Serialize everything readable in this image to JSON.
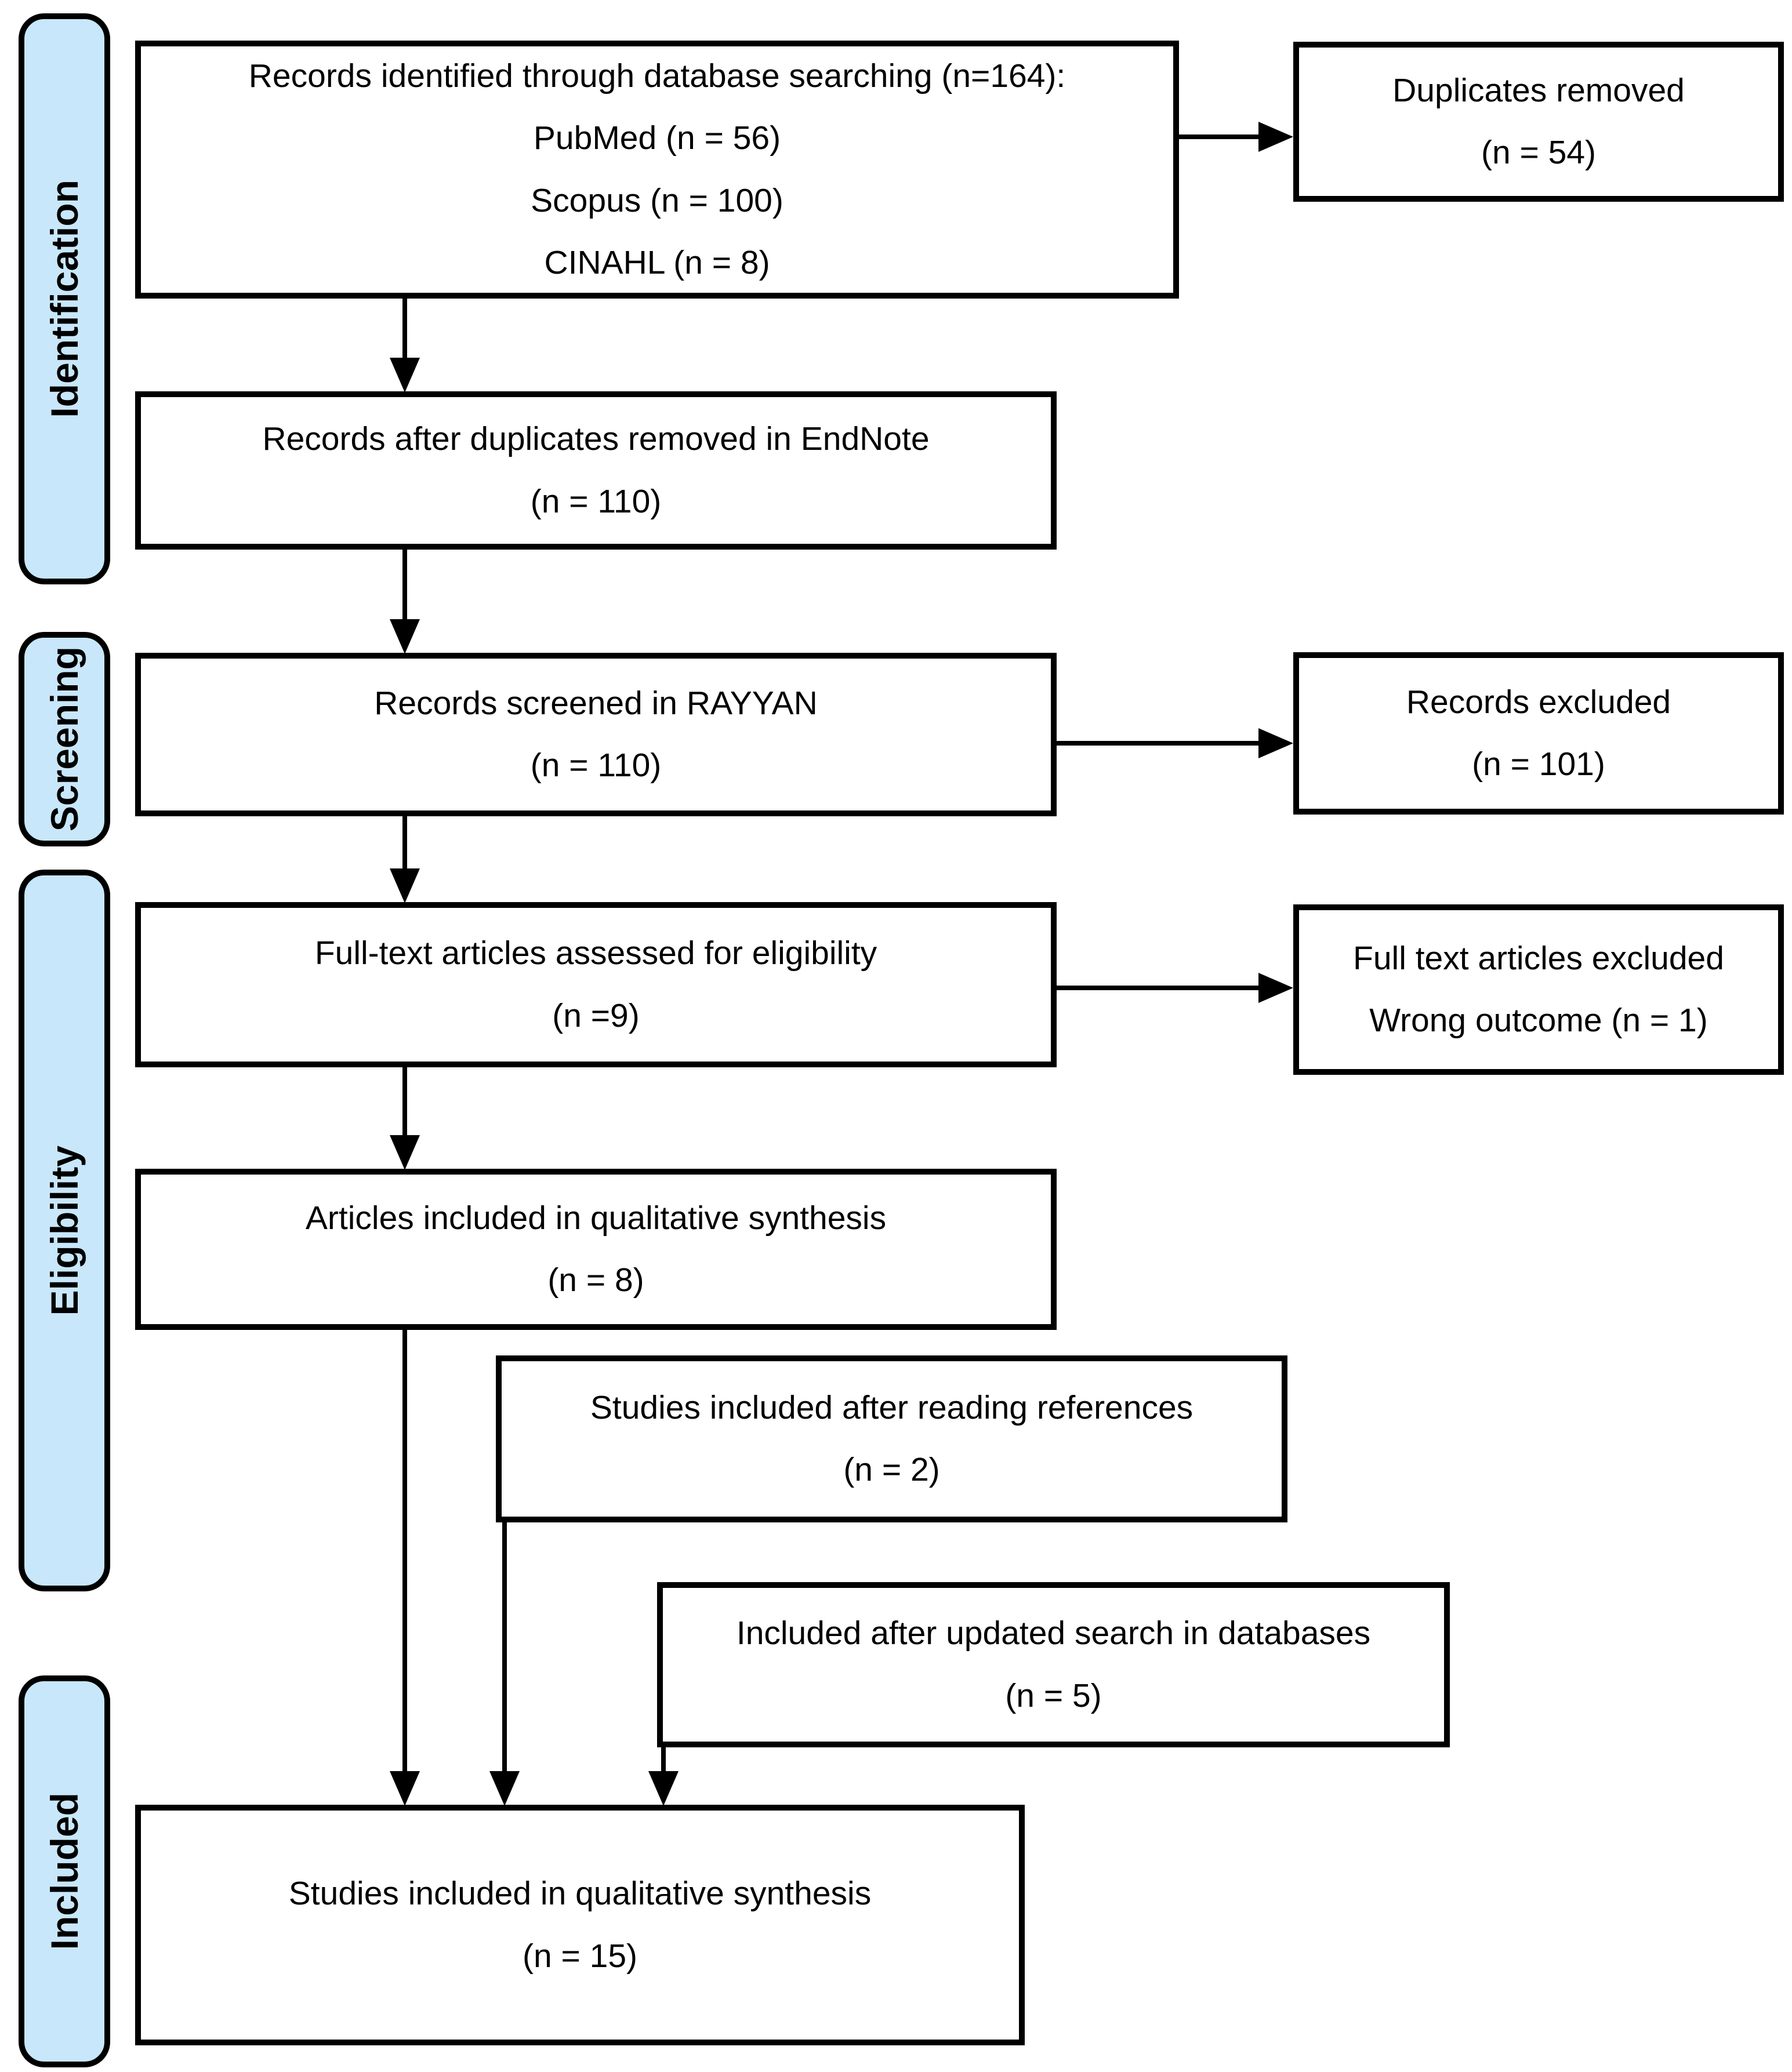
{
  "stages": {
    "identification": "Identification",
    "screening": "Screening",
    "eligibility": "Eligibility",
    "included": "Included"
  },
  "boxes": {
    "records_identified": {
      "line1": "Records identified through database searching (n=164):",
      "line2": "PubMed (n = 56)",
      "line3": "Scopus (n = 100)",
      "line4": "CINAHL (n = 8)"
    },
    "duplicates_removed": {
      "line1": "Duplicates removed",
      "line2": "(n = 54)"
    },
    "records_after_duplicates": {
      "line1": "Records after duplicates removed in EndNote",
      "line2": "(n = 110)"
    },
    "records_screened": {
      "line1": "Records screened in RAYYAN",
      "line2": "(n = 110)"
    },
    "records_excluded": {
      "line1": "Records excluded",
      "line2": "(n = 101)"
    },
    "fulltext_assessed": {
      "line1": "Full-text articles assessed for eligibility",
      "line2": "(n =9)"
    },
    "fulltext_excluded": {
      "line1": "Full text articles excluded",
      "line2": "Wrong outcome (n = 1)"
    },
    "articles_included_qualitative": {
      "line1": "Articles included in qualitative synthesis",
      "line2": "(n = 8)"
    },
    "studies_after_references": {
      "line1": "Studies included after reading references",
      "line2": "(n = 2)"
    },
    "included_updated_search": {
      "line1": "Included after updated search in databases",
      "line2": "(n = 5)"
    },
    "studies_included_qualitative": {
      "line1": "Studies included in qualitative synthesis",
      "line2": "(n = 15)"
    }
  },
  "colors": {
    "stage_fill": "#C8E7FA",
    "line": "#000000",
    "box_bg": "#FFFFFF"
  }
}
